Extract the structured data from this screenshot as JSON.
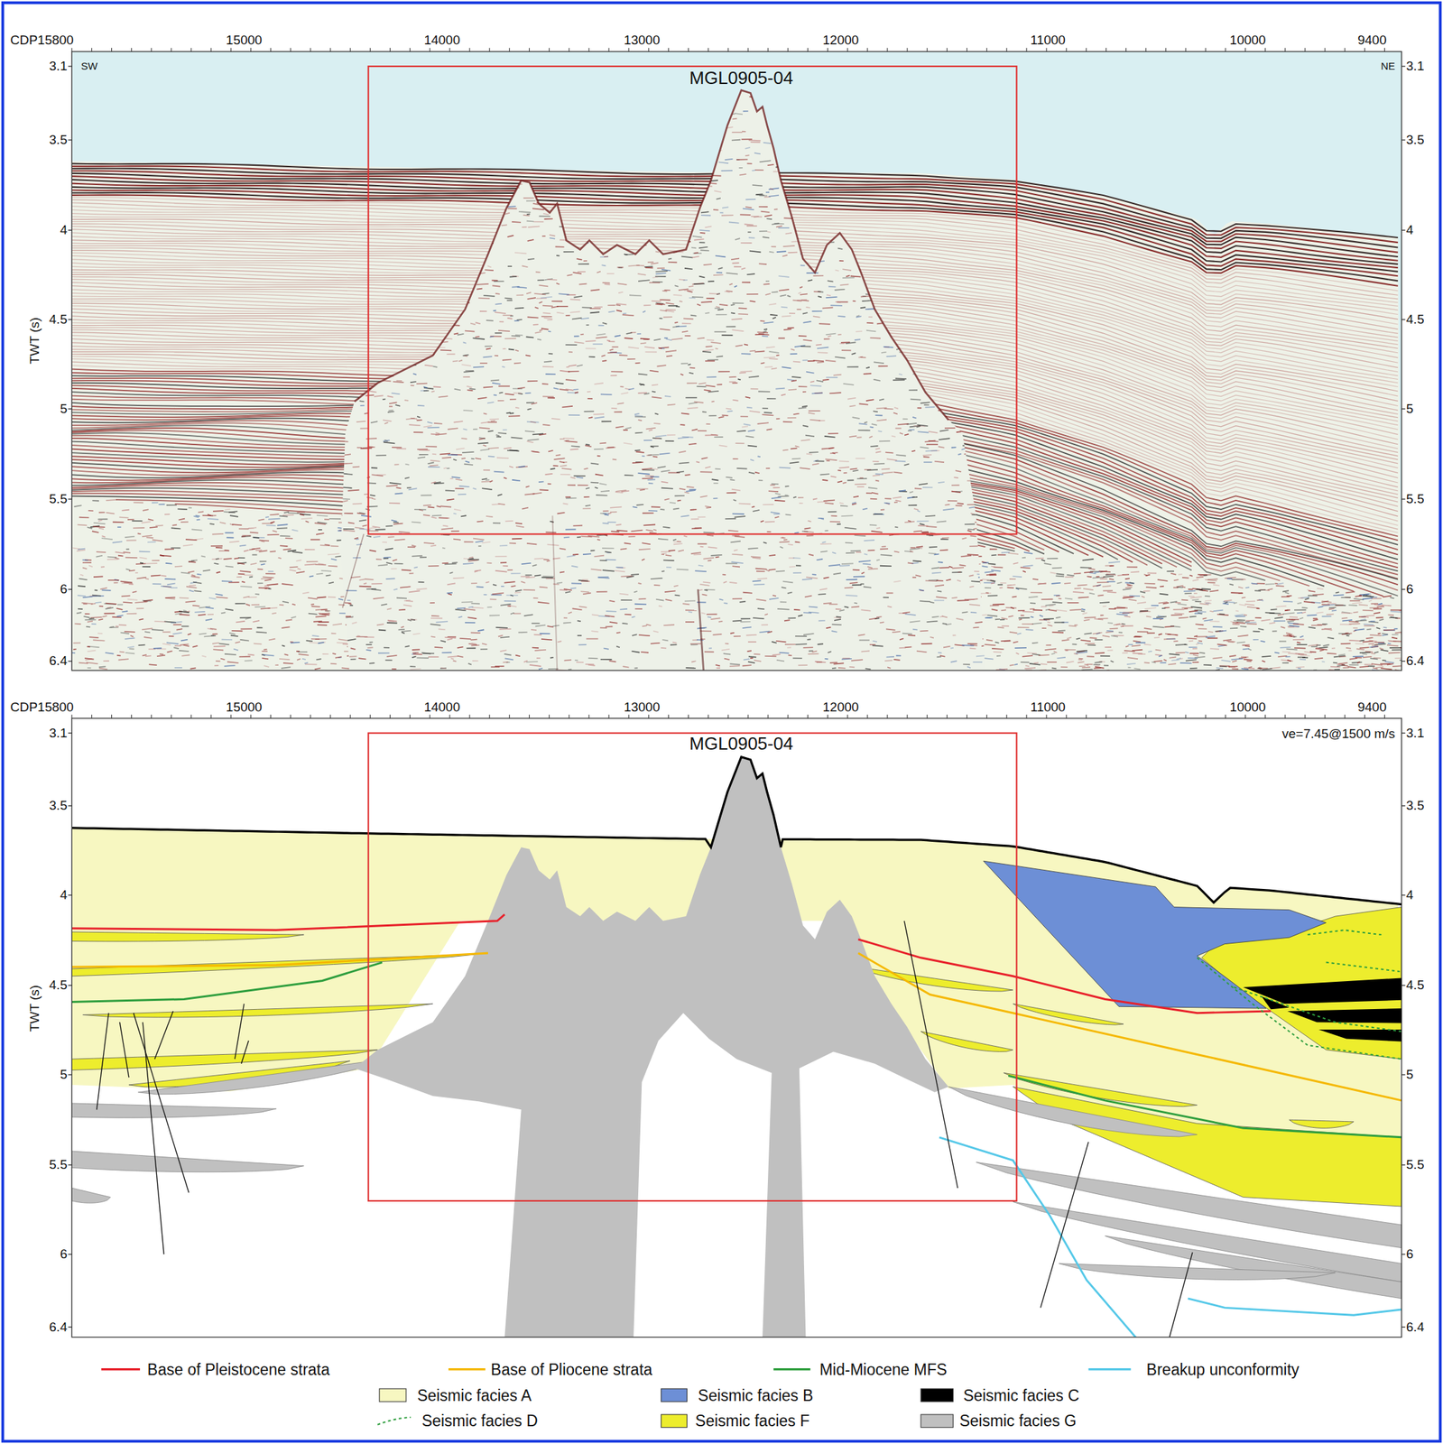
{
  "diagram": {
    "labels": [
      "CDP15800",
      "15000",
      "14000",
      "13000",
      "12000",
      "11000",
      "10000",
      "9400",
      "SW",
      "NE",
      "MGL0905-04",
      "3.1",
      "3.5",
      "4",
      "4.5",
      "5",
      "5.5",
      "6",
      "6.4",
      "3.1",
      "3.5",
      "4",
      "4.5",
      "5",
      "5.5",
      "6",
      "6.4",
      "TWT (s)",
      "CDP15800",
      "15000",
      "14000",
      "13000",
      "12000",
      "11000",
      "10000",
      "9400",
      "MGL0905-04",
      "ve=7.45@1500 m/s",
      "3.1",
      "3.5",
      "4",
      "4.5",
      "5",
      "5.5",
      "6",
      "6.4",
      "3.1",
      "3.5",
      "4",
      "4.5",
      "5",
      "5.5",
      "6",
      "6.4",
      "TWT (s)"
    ],
    "legend": [
      {
        "text": "Base of Pleistocene strata"
      },
      {
        "text": "Base of Pliocene strata"
      },
      {
        "text": "Mid-Miocene MFS"
      },
      {
        "text": "Breakup unconformity"
      },
      {
        "text": "Seismic facies A",
        "color": "#f7f7c1"
      },
      {
        "text": "Seismic facies B",
        "color": "#6d8fd6"
      },
      {
        "text": "Seismic facies C",
        "color": "#000000"
      },
      {
        "text": "Seismic facies D"
      },
      {
        "text": "Seismic facies F",
        "color": "#eded2d"
      },
      {
        "text": "Seismic facies G",
        "color": "#c0c0c0"
      }
    ]
  }
}
